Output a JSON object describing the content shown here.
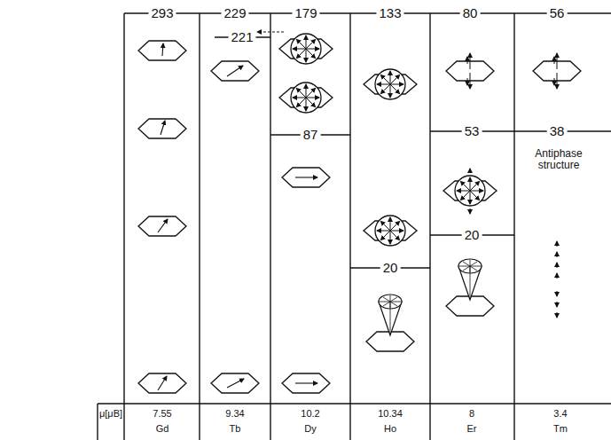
{
  "diagram": {
    "labels": [
      "293",
      "229",
      "179",
      "133",
      "80",
      "56",
      "221",
      "87",
      "20",
      "53",
      "38",
      "20",
      "Antiphase structure",
      "μ[μB]",
      "7.55",
      "Gd",
      "9.34",
      "Tb",
      "10.2",
      "Dy",
      "10.34",
      "Ho",
      "8",
      "Er",
      "3.4",
      "Tm"
    ]
  }
}
